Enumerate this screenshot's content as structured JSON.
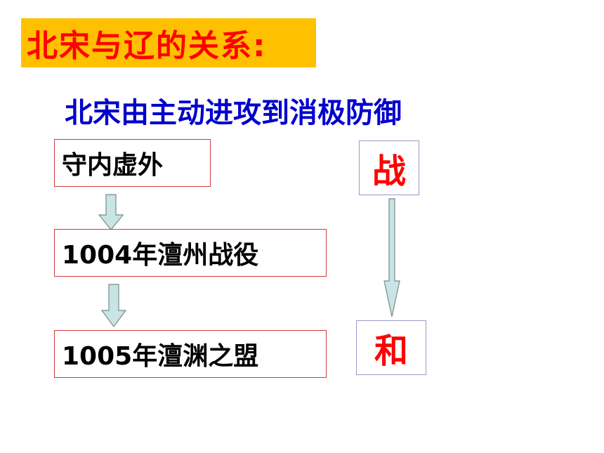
{
  "title": "北宋与辽的关系:",
  "subtitle": "北宋由主动进攻到消极防御",
  "flow": {
    "steps": [
      {
        "label": "守内虚外"
      },
      {
        "label": "1004年澶州战役"
      },
      {
        "label": "1005年澶渊之盟"
      }
    ]
  },
  "relation": {
    "from": "战",
    "to": "和"
  },
  "colors": {
    "title_bg": "#ffc000",
    "title_text": "#ff0000",
    "subtitle_text": "#0000cc",
    "box_border": "#d13b3b",
    "side_text": "#ff0000",
    "arrow_fill": "#c8e4e4"
  }
}
